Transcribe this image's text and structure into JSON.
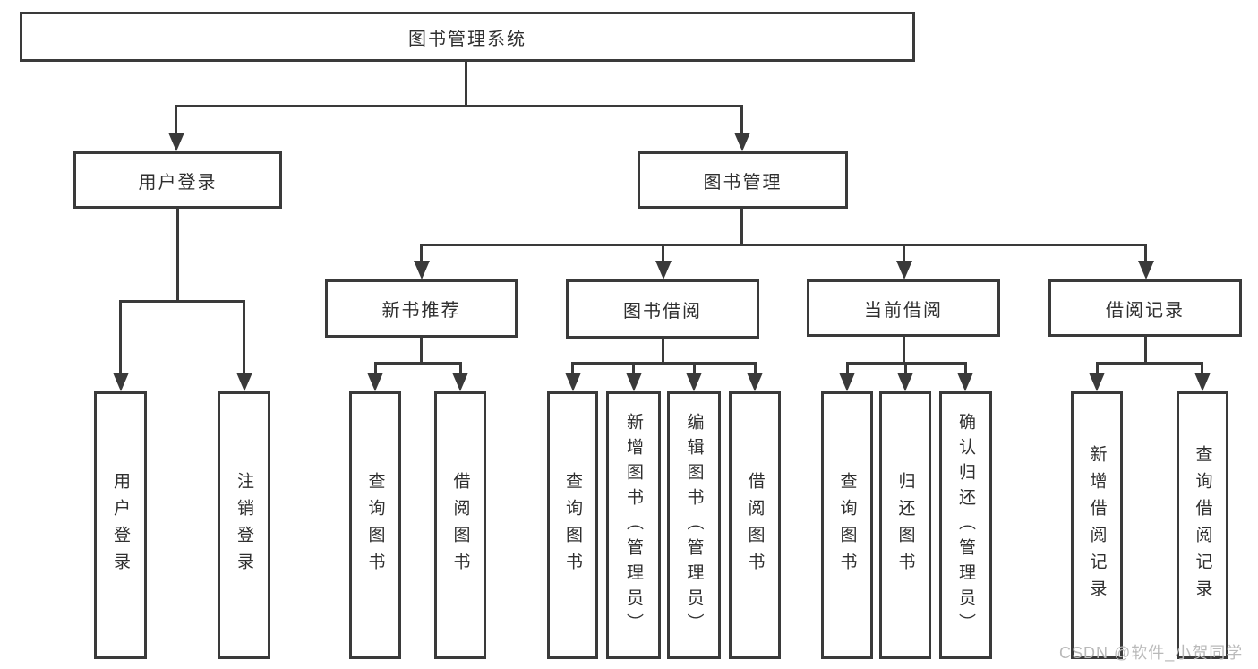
{
  "diagram": {
    "title": "图书管理系统",
    "branches": {
      "user": {
        "label": "用户登录",
        "children": [
          "用户登录",
          "注销登录"
        ]
      },
      "book": {
        "label": "图书管理",
        "sections": [
          {
            "label": "新书推荐",
            "children": [
              "查询图书",
              "借阅图书"
            ]
          },
          {
            "label": "图书借阅",
            "children": [
              "查询图书",
              "新增图书（管理员）",
              "编辑图书（管理员）",
              "借阅图书"
            ]
          },
          {
            "label": "当前借阅",
            "children": [
              "查询图书",
              "归还图书",
              "确认归还（管理员）"
            ]
          },
          {
            "label": "借阅记录",
            "children": [
              "新增借阅记录",
              "查询借阅记录"
            ]
          }
        ]
      }
    }
  },
  "watermark": "CSDN @软件_小贺同学",
  "colors": {
    "line": "#3a3a3a",
    "text": "#2f2f2f",
    "watermark": "#b9b9b9",
    "background": "#ffffff"
  }
}
